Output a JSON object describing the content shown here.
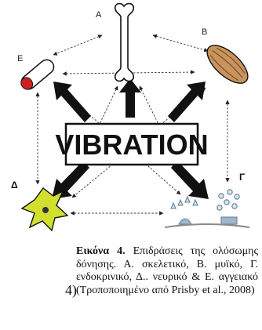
{
  "diagram": {
    "labels": {
      "a": "A",
      "b": "B",
      "g": "Γ",
      "d": "Δ",
      "e": "E"
    },
    "center_text": "VIBRATION"
  },
  "caption": {
    "title": "Εικόνα 4.",
    "text": "Επιδράσεις της ολόσωμης δόνησης. Α. σκελετικό, Β. μυϊκό, Γ. ενδοκρινικό, Δ.. νευρικό & Ε. αγγειακό (Τροποποιημένο από Prisby et al., 2008)"
  },
  "margin_fragment": "4)"
}
